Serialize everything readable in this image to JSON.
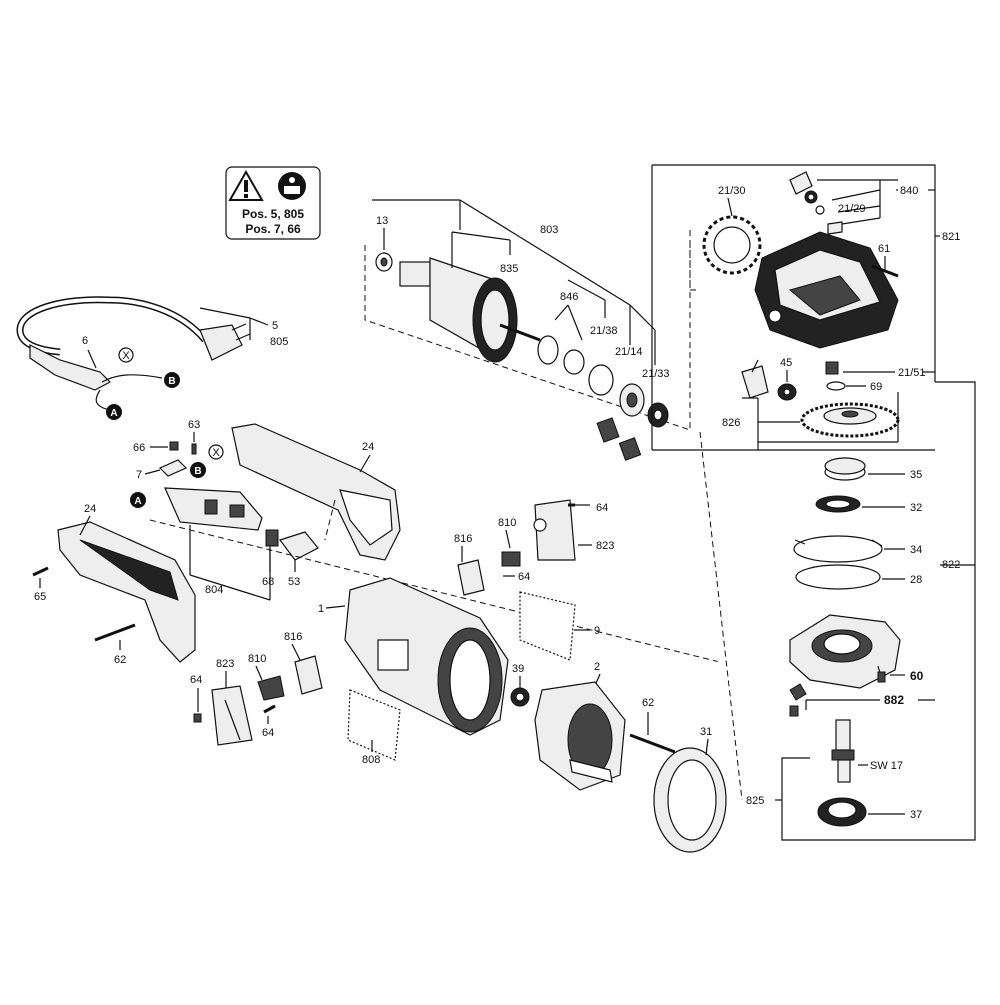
{
  "safety_box": {
    "warning_icon": "warning-triangle-icon",
    "manual_icon": "read-manual-icon",
    "line1": "Pos. 5, 805",
    "line2": "Pos. 7, 66"
  },
  "connectors": {
    "a": "A",
    "b": "B",
    "x": "X"
  },
  "labels": {
    "l5": "5",
    "l805": "805",
    "l6": "6",
    "l13": "13",
    "l803": "803",
    "l835": "835",
    "l846": "846",
    "l21_38": "21/38",
    "l21_14": "21/14",
    "l21_33": "21/33",
    "l21_30": "21/30",
    "l840": "840",
    "l21_29": "21/29",
    "l821": "821",
    "l61": "61",
    "l21_51": "21/51",
    "l45": "45",
    "l69": "69",
    "l826": "826",
    "l35": "35",
    "l32": "32",
    "l34": "34",
    "l28": "28",
    "l822": "822",
    "l60": "60",
    "l882": "882",
    "lsw17": "SW 17",
    "l825": "825",
    "l37": "37",
    "l63": "63",
    "l66": "66",
    "l7": "7",
    "l24a": "24",
    "l24b": "24",
    "l804": "804",
    "l68": "68",
    "l53": "53",
    "l65": "65",
    "l62a": "62",
    "l816a": "816",
    "l810a": "810",
    "l64a": "64",
    "l823a": "823",
    "l64b": "64",
    "l9": "9",
    "l1": "1",
    "l816b": "816",
    "l810b": "810",
    "l823b": "823",
    "l64c": "64",
    "l64d": "64",
    "l808": "808",
    "l39": "39",
    "l2": "2",
    "l62b": "62",
    "l31": "31"
  }
}
